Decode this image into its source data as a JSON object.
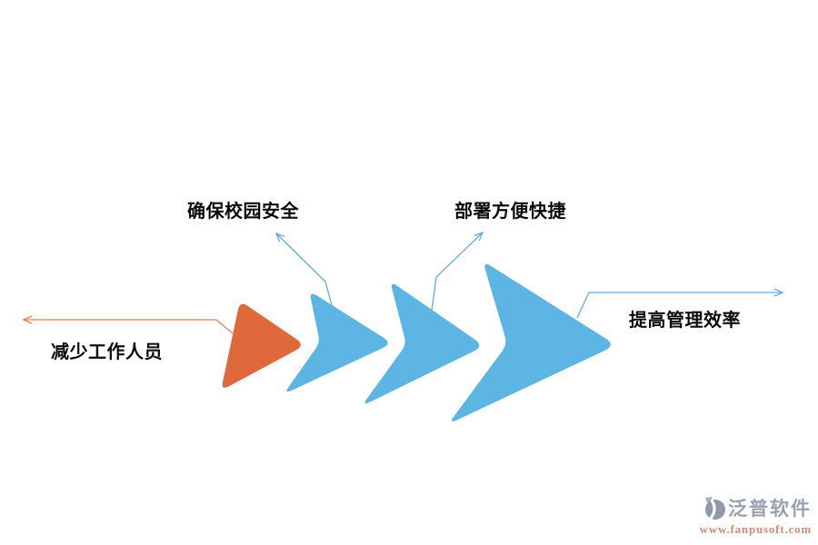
{
  "page": {
    "background": "#ffffff"
  },
  "diagram": {
    "labels": {
      "ensure_safety": "确保校园安全",
      "easy_deploy": "部署方便快捷",
      "reduce_staff": "减少工作人员",
      "improve_efficiency": "提高管理效率"
    },
    "colors": {
      "orange": "#E0693C",
      "blue": "#5DB5E3",
      "orange_line": "#E17E58",
      "blue_line": "#64A9DC"
    }
  },
  "watermark": {
    "brand": "泛普软件",
    "url": "www.fanpusoft.com",
    "brand_color": "#99a1ae",
    "url_color": "#cc8b7e"
  }
}
